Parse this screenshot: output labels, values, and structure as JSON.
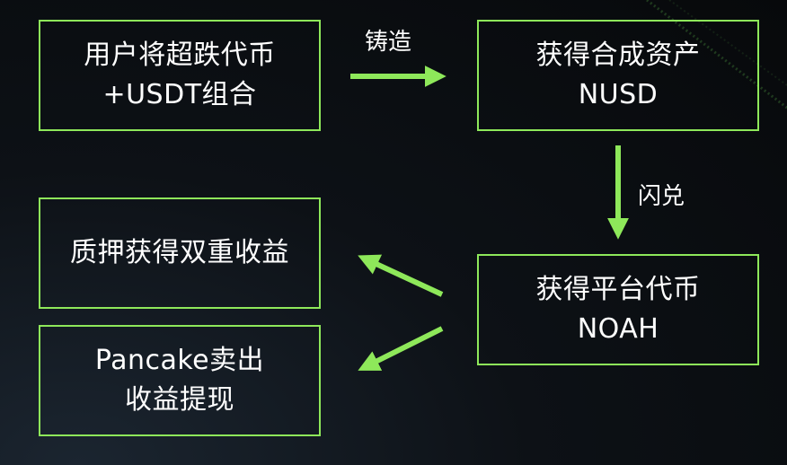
{
  "boxes": {
    "user_combo": {
      "line1": "用户将超跌代币",
      "line2": "+USDT组合"
    },
    "synthetic": {
      "line1": "获得合成资产",
      "line2": "NUSD"
    },
    "platform": {
      "line1": "获得平台代币",
      "line2": "NOAH"
    },
    "stake": {
      "line1": "质押获得双重收益"
    },
    "pancake": {
      "line1": "Pancake卖出",
      "line2": "收益提现"
    }
  },
  "edges": {
    "mint_label": "铸造",
    "flash_label": "闪兑"
  },
  "colors": {
    "accent": "#8ee85a",
    "background": "#0b0f13",
    "text": "#ffffff"
  }
}
